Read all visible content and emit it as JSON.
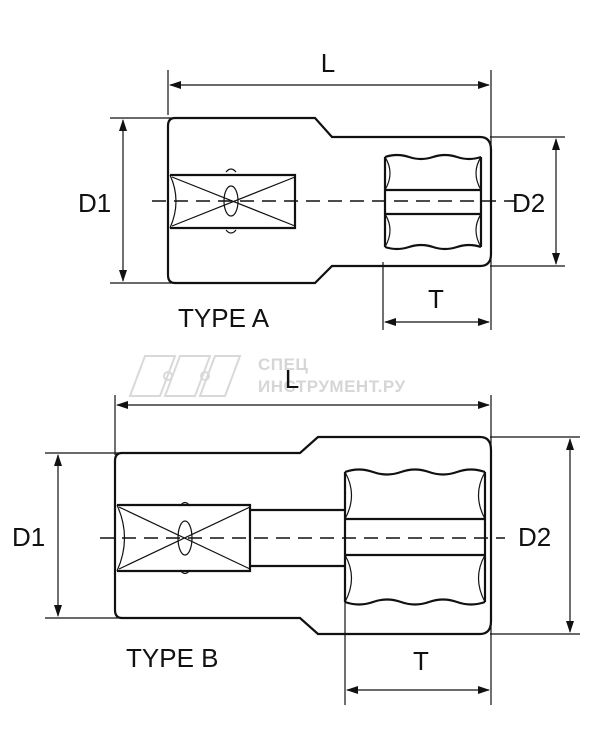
{
  "type_a": {
    "title": "TYPE A",
    "length_label": "L",
    "d1_label": "D1",
    "d2_label": "D2",
    "t_label": "T"
  },
  "type_b": {
    "title": "TYPE B",
    "length_label": "L",
    "d1_label": "D1",
    "d2_label": "D2",
    "t_label": "T"
  },
  "watermark": {
    "line1": "СПЕЦ",
    "line2": "ИНСТРУМЕНТ.РУ"
  }
}
